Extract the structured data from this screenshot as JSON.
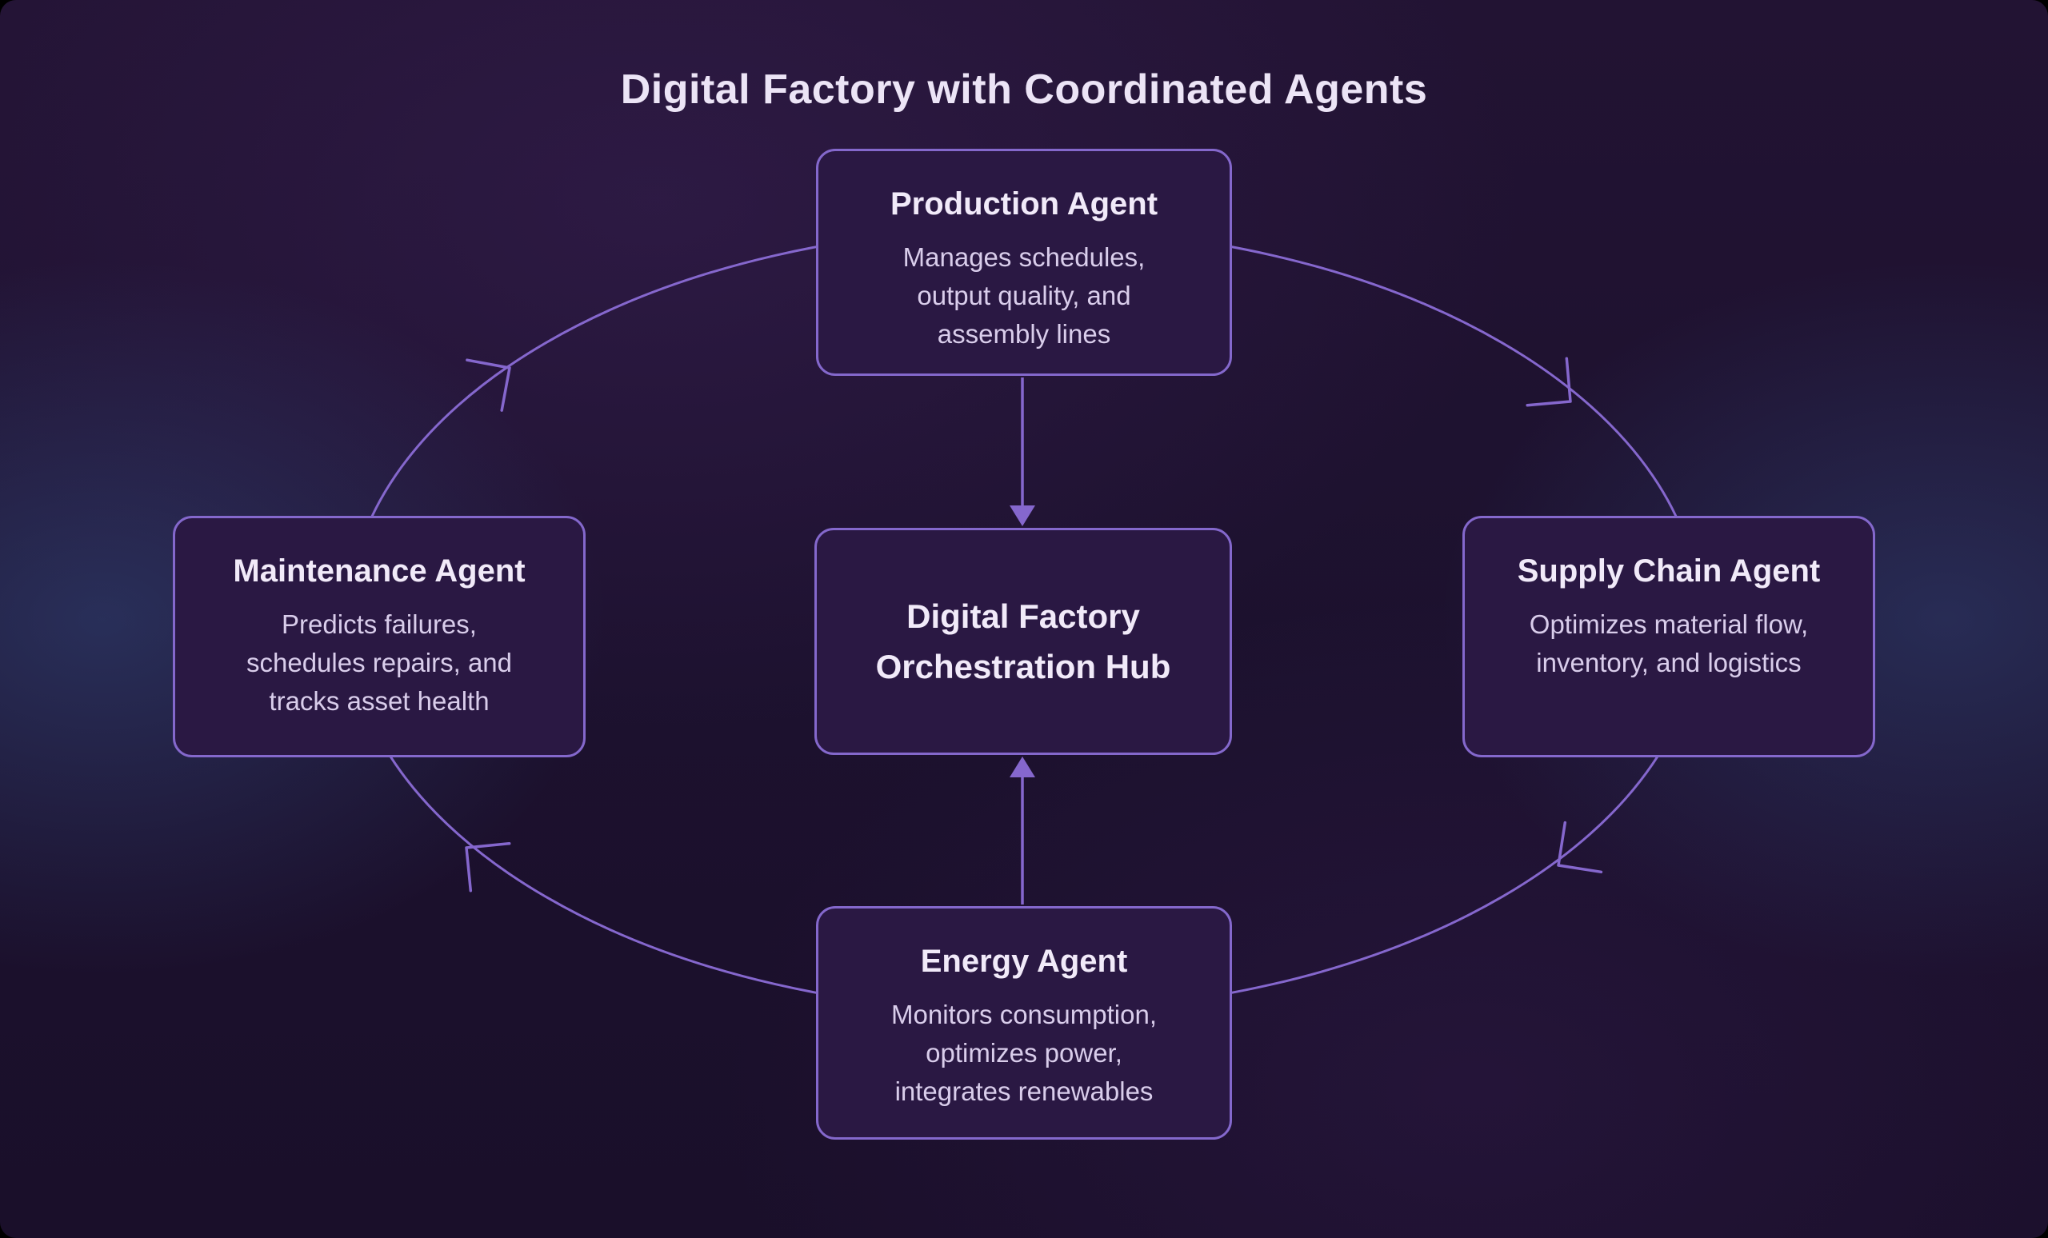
{
  "title": "Digital Factory with Coordinated Agents",
  "hub": {
    "label": "Digital Factory\nOrchestration Hub"
  },
  "agents": {
    "production": {
      "title": "Production Agent",
      "description": "Manages schedules,\noutput quality, and\nassembly lines"
    },
    "maintenance": {
      "title": "Maintenance Agent",
      "description": "Predicts failures,\nschedules repairs, and\ntracks asset health"
    },
    "supply_chain": {
      "title": "Supply Chain Agent",
      "description": "Optimizes material flow,\ninventory, and logistics"
    },
    "energy": {
      "title": "Energy Agent",
      "description": "Monitors consumption,\noptimizes power,\nintegrates renewables"
    }
  },
  "flow": {
    "cycle_direction": "clockwise",
    "connectors": [
      "production-to-hub",
      "energy-to-hub"
    ]
  },
  "colors": {
    "accent": "#8567cd",
    "node_fill": "#2a1843",
    "node_border": "#8468cc",
    "heading_text": "#f1eaf9",
    "body_text": "#d9cdeb",
    "title_text": "#ece4f6"
  }
}
